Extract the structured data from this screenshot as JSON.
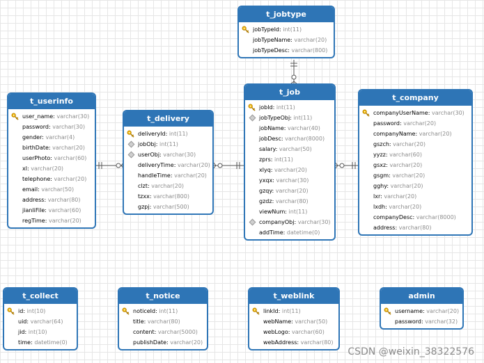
{
  "tables": [
    {
      "id": "t_userinfo",
      "title": "t_userinfo",
      "fields": [
        {
          "name": "user_name",
          "type": "varchar(30)",
          "marker": "key"
        },
        {
          "name": "password",
          "type": "varchar(30)",
          "marker": ""
        },
        {
          "name": "gender",
          "type": "varchar(4)",
          "marker": ""
        },
        {
          "name": "birthDate",
          "type": "varchar(20)",
          "marker": ""
        },
        {
          "name": "userPhoto",
          "type": "varchar(60)",
          "marker": ""
        },
        {
          "name": "xl",
          "type": "varchar(20)",
          "marker": ""
        },
        {
          "name": "telephone",
          "type": "varchar(20)",
          "marker": ""
        },
        {
          "name": "email",
          "type": "varchar(50)",
          "marker": ""
        },
        {
          "name": "address",
          "type": "varchar(80)",
          "marker": ""
        },
        {
          "name": "jianliFile",
          "type": "varchar(60)",
          "marker": ""
        },
        {
          "name": "regTime",
          "type": "varchar(20)",
          "marker": ""
        }
      ]
    },
    {
      "id": "t_delivery",
      "title": "t_delivery",
      "fields": [
        {
          "name": "deliveryId",
          "type": "int(11)",
          "marker": "key"
        },
        {
          "name": "jobObj",
          "type": "int(11)",
          "marker": "fk"
        },
        {
          "name": "userObj",
          "type": "varchar(30)",
          "marker": "fk"
        },
        {
          "name": "deliveryTime",
          "type": "varchar(20)",
          "marker": ""
        },
        {
          "name": "handleTime",
          "type": "varchar(20)",
          "marker": ""
        },
        {
          "name": "clzt",
          "type": "varchar(20)",
          "marker": ""
        },
        {
          "name": "tzxx",
          "type": "varchar(800)",
          "marker": ""
        },
        {
          "name": "gzpj",
          "type": "varchar(500)",
          "marker": ""
        }
      ]
    },
    {
      "id": "t_jobtype",
      "title": "t_jobtype",
      "fields": [
        {
          "name": "jobTypeId",
          "type": "int(11)",
          "marker": "key"
        },
        {
          "name": "jobTypeName",
          "type": "varchar(20)",
          "marker": ""
        },
        {
          "name": "jobTypeDesc",
          "type": "varchar(800)",
          "marker": ""
        }
      ]
    },
    {
      "id": "t_job",
      "title": "t_job",
      "fields": [
        {
          "name": "jobId",
          "type": "int(11)",
          "marker": "key"
        },
        {
          "name": "jobTypeObj",
          "type": "int(11)",
          "marker": "fk"
        },
        {
          "name": "jobName",
          "type": "varchar(40)",
          "marker": ""
        },
        {
          "name": "jobDesc",
          "type": "varchar(8000)",
          "marker": ""
        },
        {
          "name": "salary",
          "type": "varchar(50)",
          "marker": ""
        },
        {
          "name": "zprs",
          "type": "int(11)",
          "marker": ""
        },
        {
          "name": "xlyq",
          "type": "varchar(20)",
          "marker": ""
        },
        {
          "name": "yxqx",
          "type": "varchar(30)",
          "marker": ""
        },
        {
          "name": "gzqy",
          "type": "varchar(20)",
          "marker": ""
        },
        {
          "name": "gzdz",
          "type": "varchar(80)",
          "marker": ""
        },
        {
          "name": "viewNum",
          "type": "int(11)",
          "marker": ""
        },
        {
          "name": "companyObj",
          "type": "varchar(30)",
          "marker": "fk"
        },
        {
          "name": "addTime",
          "type": "datetime(0)",
          "marker": ""
        }
      ]
    },
    {
      "id": "t_company",
      "title": "t_company",
      "fields": [
        {
          "name": "companyUserName",
          "type": "varchar(30)",
          "marker": "key"
        },
        {
          "name": "password",
          "type": "varchar(20)",
          "marker": ""
        },
        {
          "name": "companyName",
          "type": "varchar(20)",
          "marker": ""
        },
        {
          "name": "gszch",
          "type": "varchar(20)",
          "marker": ""
        },
        {
          "name": "yyzz",
          "type": "varchar(60)",
          "marker": ""
        },
        {
          "name": "gsxz",
          "type": "varchar(20)",
          "marker": ""
        },
        {
          "name": "gsgm",
          "type": "varchar(20)",
          "marker": ""
        },
        {
          "name": "gghy",
          "type": "varchar(20)",
          "marker": ""
        },
        {
          "name": "lxr",
          "type": "varchar(20)",
          "marker": ""
        },
        {
          "name": "lxdh",
          "type": "varchar(20)",
          "marker": ""
        },
        {
          "name": "companyDesc",
          "type": "varchar(8000)",
          "marker": ""
        },
        {
          "name": "address",
          "type": "varchar(80)",
          "marker": ""
        }
      ]
    },
    {
      "id": "t_collect",
      "title": "t_collect",
      "fields": [
        {
          "name": "id",
          "type": "int(10)",
          "marker": "key"
        },
        {
          "name": "uid",
          "type": "varchar(64)",
          "marker": ""
        },
        {
          "name": "jid",
          "type": "int(10)",
          "marker": ""
        },
        {
          "name": "time",
          "type": "datetime(0)",
          "marker": ""
        }
      ]
    },
    {
      "id": "t_notice",
      "title": "t_notice",
      "fields": [
        {
          "name": "noticeId",
          "type": "int(11)",
          "marker": "key"
        },
        {
          "name": "title",
          "type": "varchar(80)",
          "marker": ""
        },
        {
          "name": "content",
          "type": "varchar(5000)",
          "marker": ""
        },
        {
          "name": "publishDate",
          "type": "varchar(20)",
          "marker": ""
        }
      ]
    },
    {
      "id": "t_weblink",
      "title": "t_weblink",
      "fields": [
        {
          "name": "linkId",
          "type": "int(11)",
          "marker": "key"
        },
        {
          "name": "webName",
          "type": "varchar(50)",
          "marker": ""
        },
        {
          "name": "webLogo",
          "type": "varchar(60)",
          "marker": ""
        },
        {
          "name": "webAddress",
          "type": "varchar(80)",
          "marker": ""
        }
      ]
    },
    {
      "id": "admin",
      "title": "admin",
      "fields": [
        {
          "name": "username",
          "type": "varchar(20)",
          "marker": "key"
        },
        {
          "name": "password",
          "type": "varchar(32)",
          "marker": ""
        }
      ]
    }
  ],
  "relationships": [
    {
      "from": "t_delivery.userObj",
      "to": "t_userinfo.user_name"
    },
    {
      "from": "t_delivery.jobObj",
      "to": "t_job.jobId"
    },
    {
      "from": "t_job.jobTypeObj",
      "to": "t_jobtype.jobTypeId"
    },
    {
      "from": "t_job.companyObj",
      "to": "t_company.companyUserName"
    }
  ],
  "colors": {
    "header": "#2e75b6",
    "key": "#f0b400",
    "line": "#555555",
    "grid": "#e6e6e6"
  },
  "icons": {
    "key": "key-icon",
    "fk": "foreign-key-icon"
  },
  "watermark": "CSDN @weixin_38322576"
}
